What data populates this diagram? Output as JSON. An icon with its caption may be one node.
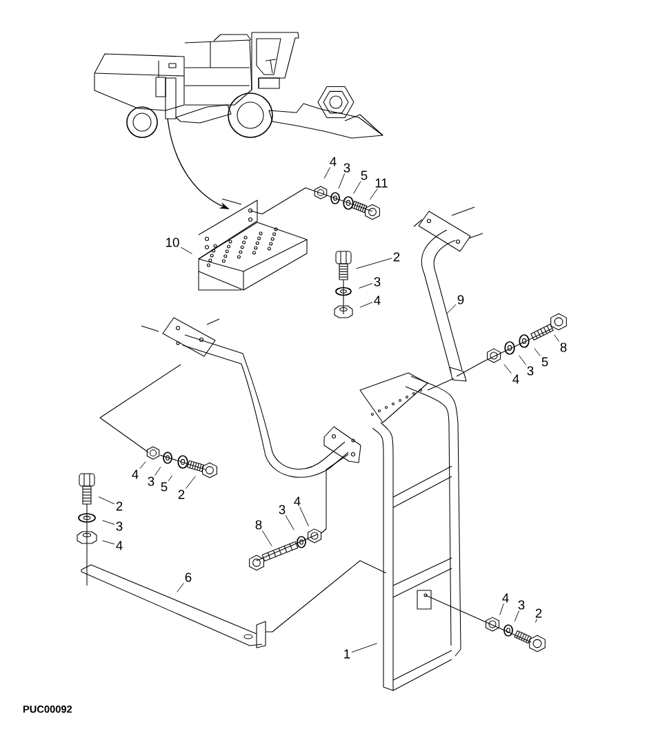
{
  "diagram": {
    "nodes": [
      {
        "text": [
          "4"
        ]
      },
      {
        "text": [
          "3"
        ]
      },
      {
        "text": [
          "5"
        ]
      },
      {
        "text": [
          "11"
        ]
      },
      {
        "text": [
          "10"
        ]
      },
      {
        "text": [
          "2"
        ]
      },
      {
        "text": [
          "3"
        ]
      },
      {
        "text": [
          "9"
        ]
      },
      {
        "text": [
          "4"
        ]
      },
      {
        "text": [
          "8"
        ]
      },
      {
        "text": [
          "5"
        ]
      },
      {
        "text": [
          "3"
        ]
      },
      {
        "text": [
          "4"
        ]
      },
      {
        "text": [
          "4"
        ]
      },
      {
        "text": [
          "3"
        ]
      },
      {
        "text": [
          "5"
        ]
      },
      {
        "text": [
          "2"
        ]
      },
      {
        "text": [
          "4"
        ]
      },
      {
        "text": [
          "2"
        ]
      },
      {
        "text": [
          "3"
        ]
      },
      {
        "text": [
          "8"
        ]
      },
      {
        "text": [
          "3"
        ]
      },
      {
        "text": [
          "4"
        ]
      },
      {
        "text": [
          "6"
        ]
      },
      {
        "text": [
          "4"
        ]
      },
      {
        "text": [
          "3"
        ]
      },
      {
        "text": [
          "2"
        ]
      },
      {
        "text": [
          "1"
        ]
      }
    ],
    "edges": [
      {
        "from": 0,
        "to": null,
        "arrow": "none"
      },
      {
        "from": 1,
        "to": null,
        "arrow": "none"
      },
      {
        "from": 2,
        "to": null,
        "arrow": "none"
      },
      {
        "from": 3,
        "to": null,
        "arrow": "none"
      },
      {
        "from": 4,
        "to": null,
        "arrow": "none"
      },
      {
        "from": 5,
        "to": null,
        "arrow": "none"
      },
      {
        "from": 6,
        "to": null,
        "arrow": "none"
      },
      {
        "from": 7,
        "to": null,
        "arrow": "none"
      },
      {
        "from": 8,
        "to": null,
        "arrow": "none"
      },
      {
        "from": 9,
        "to": null,
        "arrow": "none"
      },
      {
        "from": 10,
        "to": null,
        "arrow": "none"
      },
      {
        "from": 11,
        "to": null,
        "arrow": "none"
      },
      {
        "from": 12,
        "to": null,
        "arrow": "none"
      },
      {
        "from": 13,
        "to": null,
        "arrow": "none"
      },
      {
        "from": 14,
        "to": null,
        "arrow": "none"
      },
      {
        "from": 15,
        "to": null,
        "arrow": "none"
      },
      {
        "from": 16,
        "to": null,
        "arrow": "none"
      },
      {
        "from": 17,
        "to": null,
        "arrow": "none"
      },
      {
        "from": 18,
        "to": null,
        "arrow": "none"
      },
      {
        "from": 19,
        "to": null,
        "arrow": "none"
      },
      {
        "from": 20,
        "to": null,
        "arrow": "none"
      },
      {
        "from": 21,
        "to": null,
        "arrow": "none"
      },
      {
        "from": 22,
        "to": null,
        "arrow": "none"
      },
      {
        "from": 23,
        "to": null,
        "arrow": "none"
      },
      {
        "from": 24,
        "to": null,
        "arrow": "none"
      },
      {
        "from": 25,
        "to": null,
        "arrow": "none"
      },
      {
        "from": 26,
        "to": null,
        "arrow": "none"
      },
      {
        "from": 27,
        "to": null,
        "arrow": "none"
      }
    ],
    "labels": [
      "PUC00092"
    ]
  }
}
